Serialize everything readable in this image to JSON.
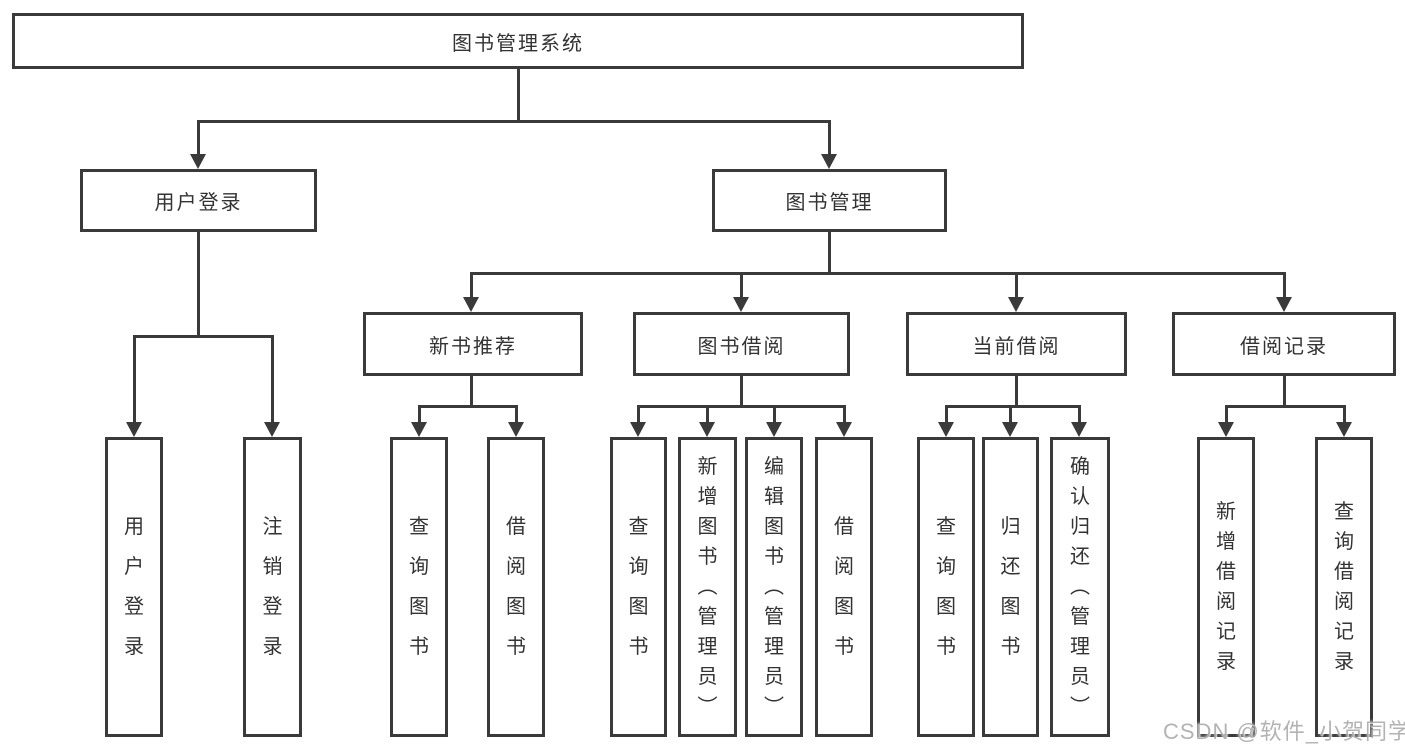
{
  "tree": {
    "label": "图书管理系统",
    "children": [
      {
        "label": "用户登录",
        "children": [
          {
            "label": "用户登录"
          },
          {
            "label": "注销登录"
          }
        ]
      },
      {
        "label": "图书管理",
        "children": [
          {
            "label": "新书推荐",
            "children": [
              {
                "label": "查询图书"
              },
              {
                "label": "借阅图书"
              }
            ]
          },
          {
            "label": "图书借阅",
            "children": [
              {
                "label": "查询图书"
              },
              {
                "label": "新增图书（管理员）"
              },
              {
                "label": "编辑图书（管理员）"
              },
              {
                "label": "借阅图书"
              }
            ]
          },
          {
            "label": "当前借阅",
            "children": [
              {
                "label": "查询图书"
              },
              {
                "label": "归还图书"
              },
              {
                "label": "确认归还（管理员）"
              }
            ]
          },
          {
            "label": "借阅记录",
            "children": [
              {
                "label": "新增借阅记录"
              },
              {
                "label": "查询借阅记录"
              }
            ]
          }
        ]
      }
    ]
  },
  "watermark": {
    "text": "CSDN @软件_小贺同学",
    "color": "#a8a8a8"
  },
  "colors": {
    "line": "#3a3a3a",
    "box_border": "#3a3a3a",
    "text": "#333333",
    "background": "#ffffff"
  }
}
